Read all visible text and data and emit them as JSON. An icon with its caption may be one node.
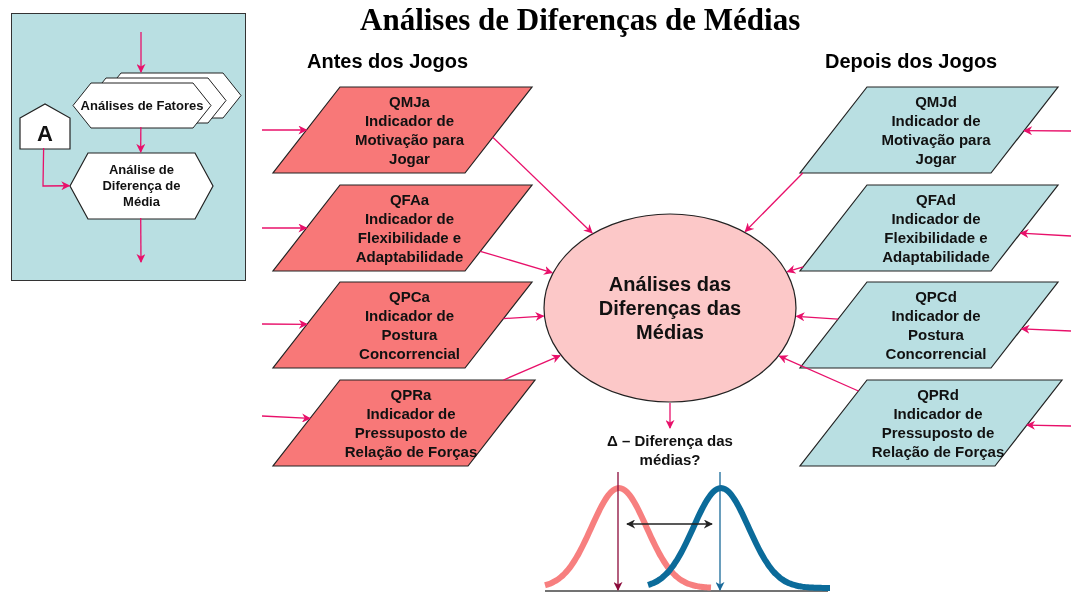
{
  "diagram": {
    "title": "Análises de Diferenças de Médias",
    "nodes": [
      {
        "text": [],
        "shape": "box"
      },
      {
        "text": [
          "Análises de Fatores"
        ],
        "in": 0
      },
      {
        "text": [
          "A"
        ],
        "in": 0
      },
      {
        "text": [
          "Análise de Diferença de Média"
        ],
        "in": 0
      },
      {
        "text": [
          "QMJa",
          "Indicador de Motivação para Jogar"
        ]
      },
      {
        "text": [
          "QFAa",
          "Indicador de Flexibilidade e Adaptabilidade"
        ]
      },
      {
        "text": [
          "QPCa",
          "Indicador de Postura Concorrencial"
        ]
      },
      {
        "text": [
          "QPRa",
          "Indicador de Pressuposto de Relação de Forças"
        ]
      },
      {
        "text": [
          "QMJd",
          "Indicador de Motivação para Jogar"
        ]
      },
      {
        "text": [
          "QFAd",
          "Indicador de Flexibilidade e Adaptabilidade"
        ]
      },
      {
        "text": [
          "QPCd",
          "Indicador de Postura Concorrencial"
        ]
      },
      {
        "text": [
          "QPRd",
          "Indicador de Pressuposto de Relação de Forças"
        ]
      },
      {
        "text": [
          "Análises das Diferenças das Médias"
        ]
      },
      {
        "text": [
          "Δ – Diferença das médias?"
        ]
      },
      {
        "text": [],
        "shape": "picture"
      },
      {
        "text": [],
        "shape": "picture"
      }
    ],
    "edges": [
      {
        "from": null,
        "to": 1,
        "arrow": "to"
      },
      {
        "from": 1,
        "to": 3,
        "arrow": "to"
      },
      {
        "from": 2,
        "to": 3,
        "arrow": "to"
      },
      {
        "from": 3,
        "to": null,
        "arrow": "to"
      },
      {
        "from": null,
        "to": 4,
        "arrow": "to"
      },
      {
        "from": null,
        "to": 5,
        "arrow": "to"
      },
      {
        "from": null,
        "to": 6,
        "arrow": "to"
      },
      {
        "from": null,
        "to": 7,
        "arrow": "to"
      },
      {
        "from": 4,
        "to": 12,
        "arrow": "to"
      },
      {
        "from": 5,
        "to": 12,
        "arrow": "to"
      },
      {
        "from": 6,
        "to": 12,
        "arrow": "to"
      },
      {
        "from": 7,
        "to": 12,
        "arrow": "to"
      },
      {
        "from": null,
        "to": 8,
        "arrow": "to"
      },
      {
        "from": null,
        "to": 9,
        "arrow": "to"
      },
      {
        "from": null,
        "to": 10,
        "arrow": "to"
      },
      {
        "from": null,
        "to": 11,
        "arrow": "to"
      },
      {
        "from": 8,
        "to": 12,
        "arrow": "to"
      },
      {
        "from": 9,
        "to": 12,
        "arrow": "to"
      },
      {
        "from": 10,
        "to": 12,
        "arrow": "to"
      },
      {
        "from": 11,
        "to": 12,
        "arrow": "to"
      },
      {
        "from": 12,
        "to": 13,
        "arrow": "to"
      },
      {
        "from": 13,
        "to": 14,
        "arrow": "to",
        "color": "#8b0a3a"
      },
      {
        "from": 13,
        "to": 15,
        "arrow": "to",
        "color": "#1a6a9a"
      }
    ],
    "labels": [
      "Antes dos Jogos",
      "Depois dos Jogos"
    ]
  }
}
